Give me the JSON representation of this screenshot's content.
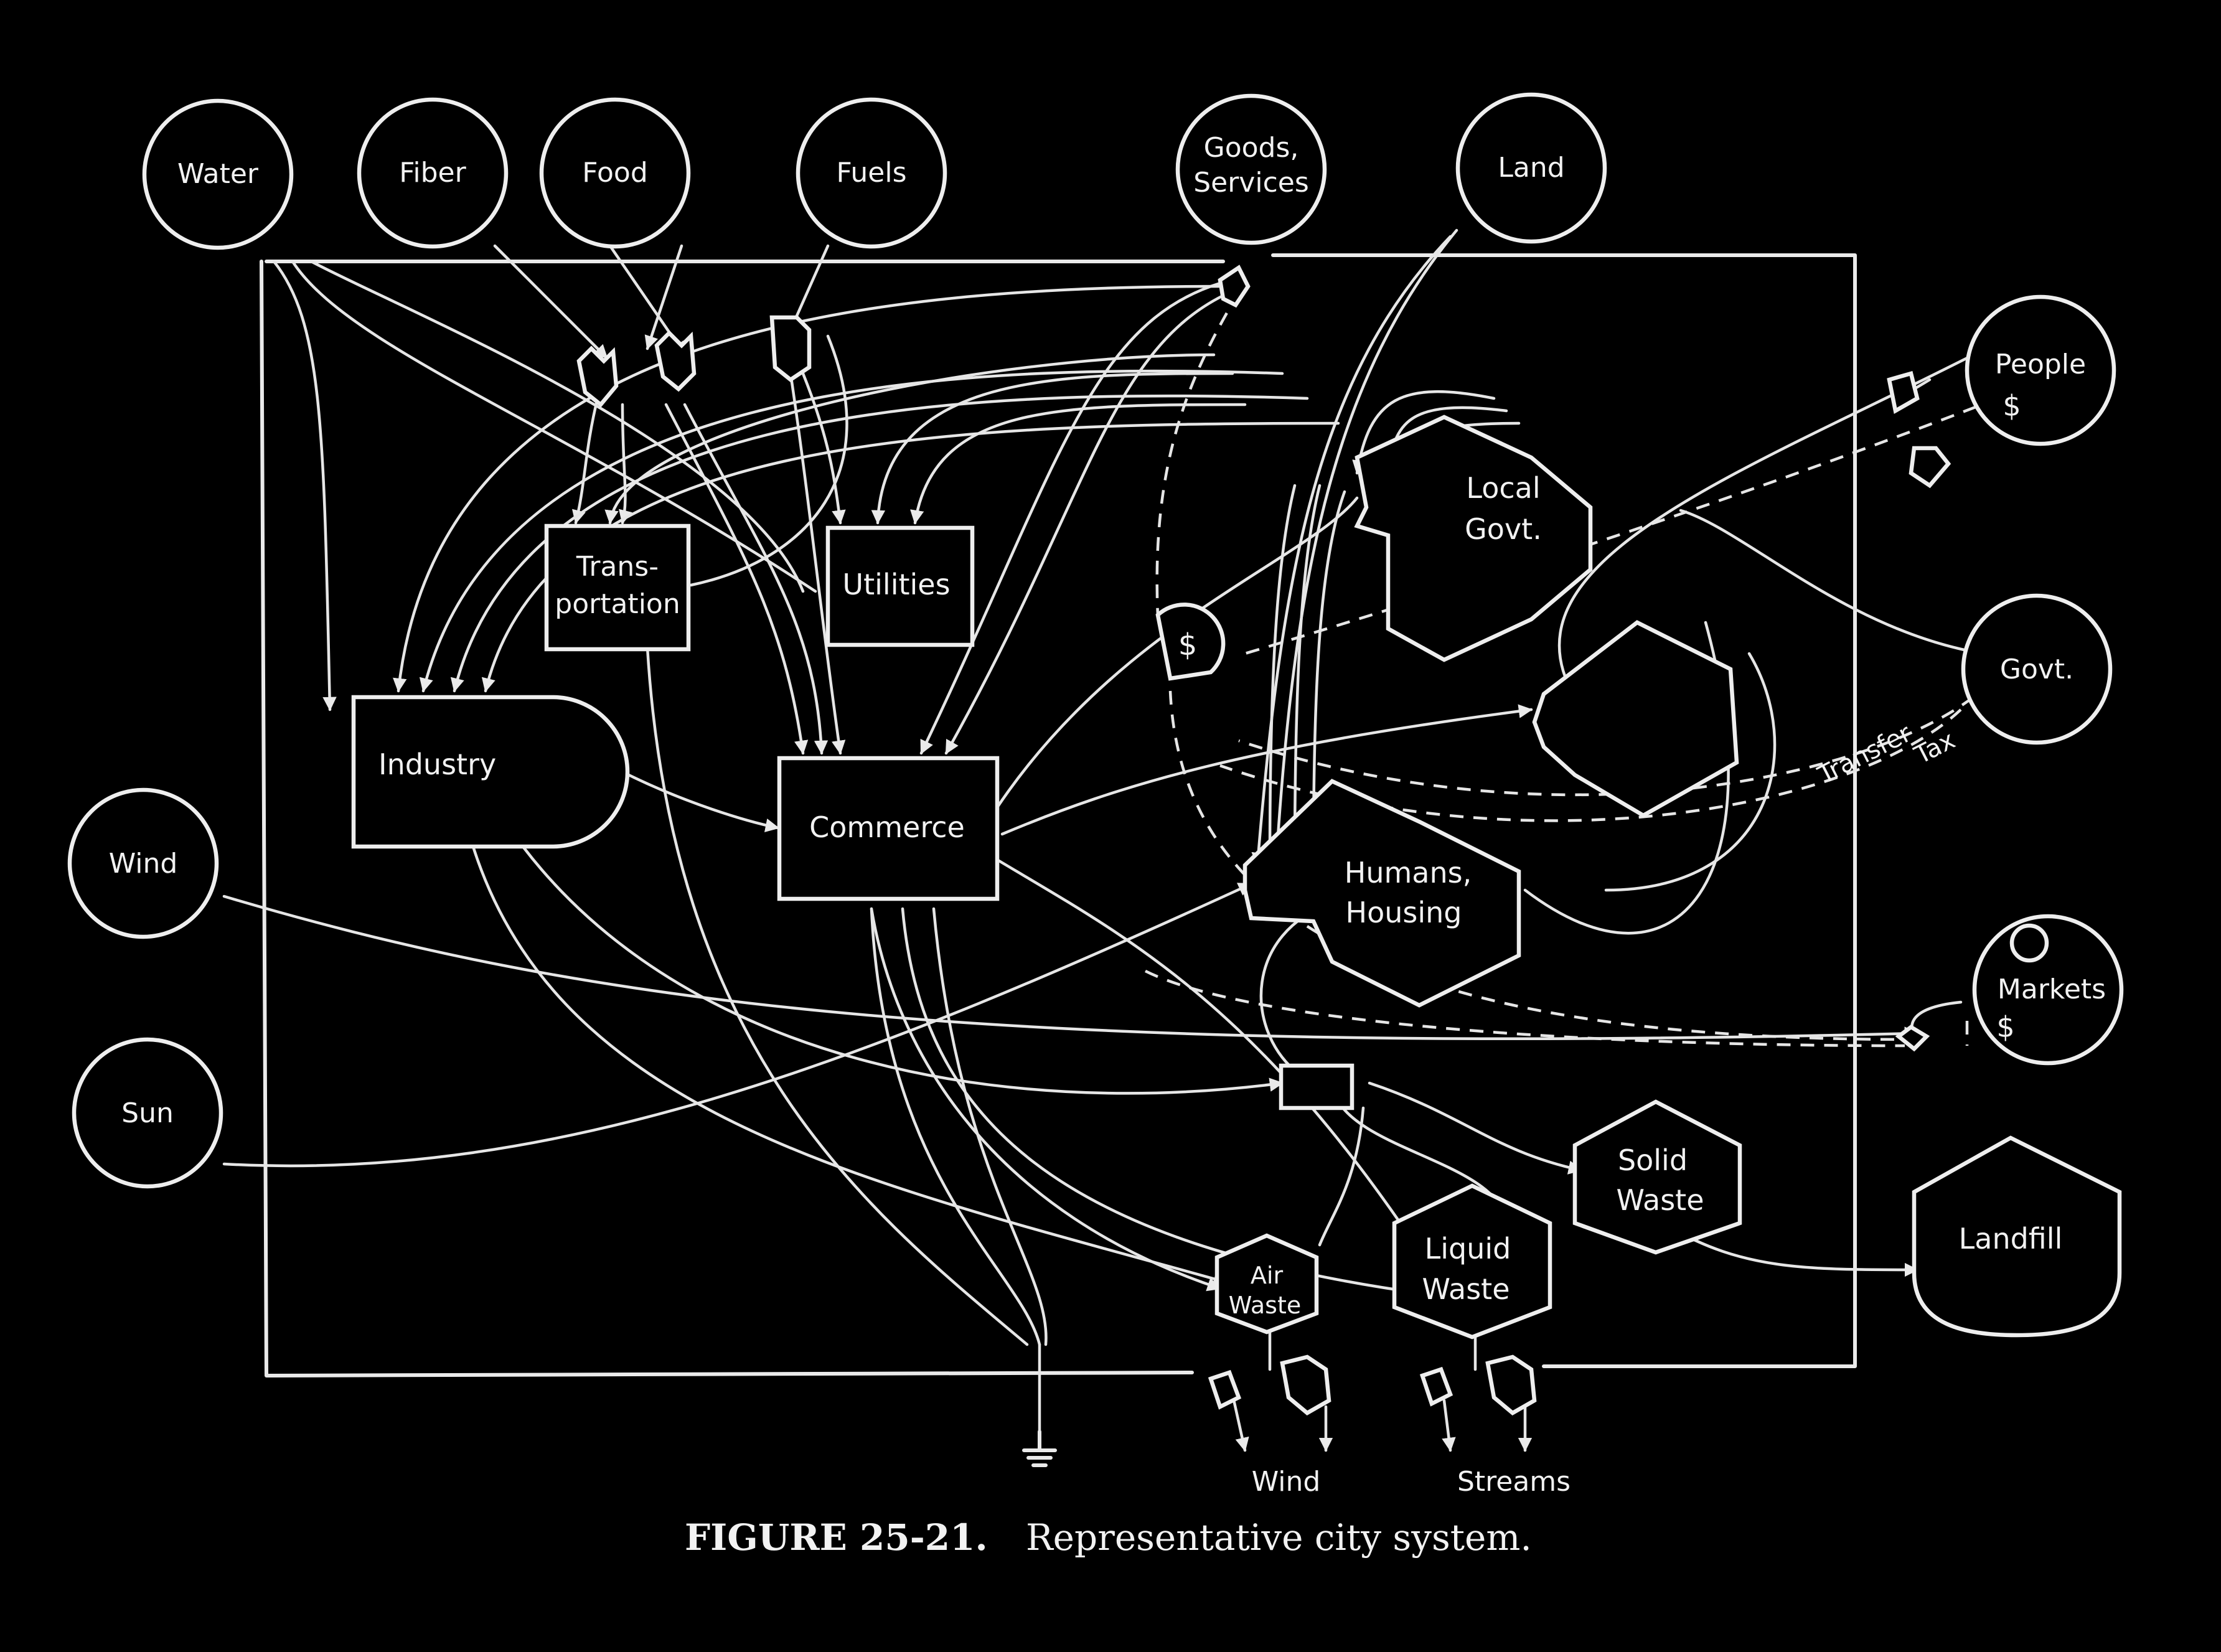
{
  "sources": {
    "water": "Water",
    "fiber": "Fiber",
    "food": "Food",
    "fuels": "Fuels",
    "goods_line1": "Goods,",
    "goods_line2": "Services",
    "land": "Land",
    "people": "People",
    "people_money": "$",
    "govt": "Govt.",
    "wind": "Wind",
    "sun": "Sun",
    "markets": "Markets",
    "markets_money": "$"
  },
  "components": {
    "transportation_line1": "Trans-",
    "transportation_line2": "portation",
    "utilities": "Utilities",
    "industry": "Industry",
    "commerce": "Commerce",
    "local_govt_line1": "Local",
    "local_govt_line2": "Govt.",
    "humans_line1": "Humans,",
    "humans_line2": "Housing",
    "money_storage": "$",
    "solid_waste_line1": "Solid",
    "solid_waste_line2": "Waste",
    "liquid_waste_line1": "Liquid",
    "liquid_waste_line2": "Waste",
    "air_waste_line1": "Air",
    "air_waste_line2": "Waste",
    "landfill": "Landfill"
  },
  "labels": {
    "transfer": "Transfer",
    "tax": "Tax",
    "wind_out": "Wind",
    "streams_out": "Streams"
  },
  "caption": {
    "figure": "FIGURE 25-21.",
    "text": "Representative city system."
  }
}
